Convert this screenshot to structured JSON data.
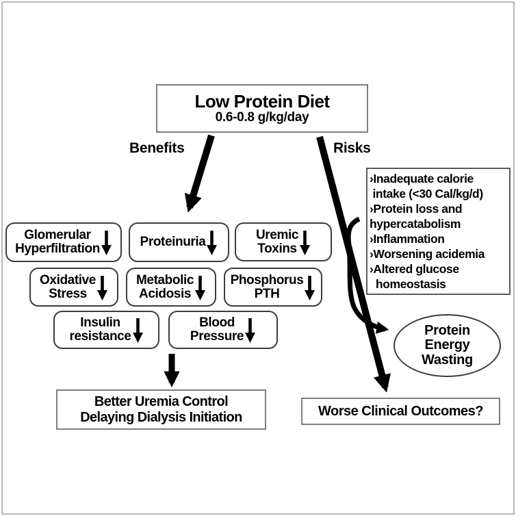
{
  "diagram": {
    "root": {
      "title": "Low Protein Diet",
      "subtitle": "0.6-0.8 g/kg/day"
    },
    "branch_labels": {
      "benefits": "Benefits",
      "risks": "Risks"
    },
    "benefit_boxes": [
      {
        "label": "Glomerular\nHyperfiltration",
        "icon": "decrease-arrow"
      },
      {
        "label": "Proteinuria",
        "icon": "decrease-arrow"
      },
      {
        "label": "Uremic\nToxins",
        "icon": "decrease-arrow"
      },
      {
        "label": "Oxidative\nStress",
        "icon": "decrease-arrow"
      },
      {
        "label": "Metabolic\nAcidosis",
        "icon": "decrease-arrow"
      },
      {
        "label": "Phosphorus\nPTH",
        "icon": "decrease-arrow"
      },
      {
        "label": "Insulin\nresistance",
        "icon": "decrease-arrow"
      },
      {
        "label": "Blood\nPressure",
        "icon": "decrease-arrow"
      }
    ],
    "risks_box": {
      "lines": [
        "›Inadequate calorie",
        " intake (<30 Cal/kg/d)",
        "›Protein loss and",
        "hypercatabolism",
        "›Inflammation",
        "›Worsening acidemia",
        "›Altered glucose",
        "  homeostasis"
      ]
    },
    "pew_ellipse": {
      "label": "Protein\nEnergy\nWasting"
    },
    "benefit_outcome": {
      "label": "Better Uremia Control\nDelaying Dialysis Initiation"
    },
    "risk_outcome": {
      "label": "Worse Clinical Outcomes?"
    },
    "icons": {
      "decrease-arrow": "↓"
    },
    "colors": {
      "ink": "#000000",
      "rounded_border": "#3c3c3c",
      "square_border": "#7d7d7d",
      "background": "#ffffff"
    }
  }
}
